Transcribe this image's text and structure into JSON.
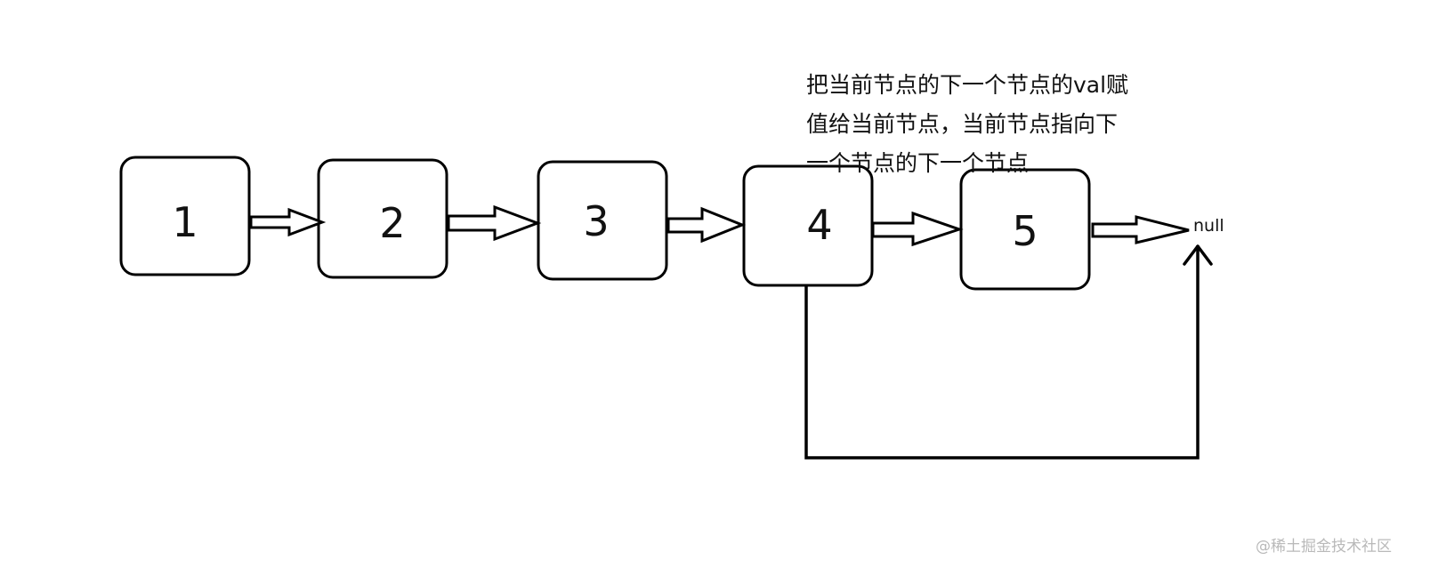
{
  "diagram": {
    "nodes": [
      {
        "id": "node-1",
        "label": "1"
      },
      {
        "id": "node-2",
        "label": "2"
      },
      {
        "id": "node-3",
        "label": "3"
      },
      {
        "id": "node-4",
        "label": "4"
      },
      {
        "id": "node-5",
        "label": "5"
      }
    ],
    "terminal": "null",
    "edges": [
      {
        "from": "1",
        "to": "2"
      },
      {
        "from": "2",
        "to": "3"
      },
      {
        "from": "3",
        "to": "4"
      },
      {
        "from": "4",
        "to": "5"
      },
      {
        "from": "5",
        "to": "null"
      },
      {
        "from": "4",
        "to": "null",
        "style": "pointer"
      }
    ],
    "annotation": {
      "lines": [
        "把当前节点的下一个节点的val赋",
        "值给当前节点，当前节点指向下",
        "一个节点的下一个节点"
      ]
    }
  },
  "watermark": "@稀土掘金技术社区"
}
